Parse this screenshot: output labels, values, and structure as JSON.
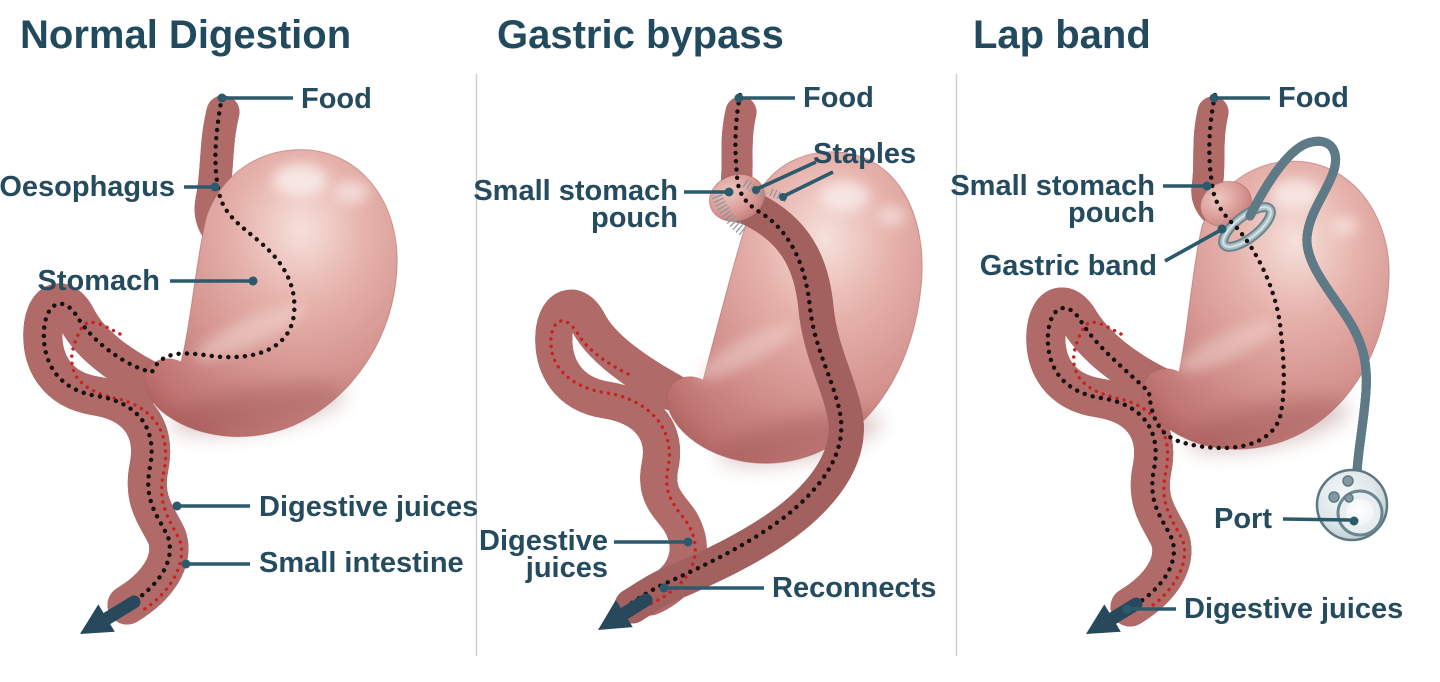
{
  "colors": {
    "title": "#224a5e",
    "label": "#254b5e",
    "leader_line": "#2c5a6d",
    "flow_arrow": "#27495b",
    "food_path_dots": "#171111",
    "digestive_juice_dots": "#c62222",
    "organ_main": "#d2908c",
    "organ_shadow": "#a85a58",
    "organ_highlight": "#f6e0da",
    "hardware_gray": "#93a9b1",
    "panel_divider": "#cbcbcb",
    "background": "#ffffff"
  },
  "panels": [
    {
      "id": "normal-digestion",
      "title": "Normal Digestion",
      "labels": {
        "food": "Food",
        "oesophagus": "Oesophagus",
        "stomach": "Stomach",
        "digestive_juices": "Digestive juices",
        "small_intestine": "Small intestine"
      }
    },
    {
      "id": "gastric-bypass",
      "title": "Gastric bypass",
      "labels": {
        "food": "Food",
        "staples": "Staples",
        "pouch_lines": [
          "Small stomach",
          "pouch"
        ],
        "digestive_juices_lines": [
          "Digestive",
          "juices"
        ],
        "reconnects": "Reconnects"
      }
    },
    {
      "id": "lap-band",
      "title": "Lap band",
      "labels": {
        "food": "Food",
        "pouch_lines": [
          "Small stomach",
          "pouch"
        ],
        "gastric_band": "Gastric band",
        "port": "Port",
        "digestive_juices": "Digestive juices"
      }
    }
  ]
}
